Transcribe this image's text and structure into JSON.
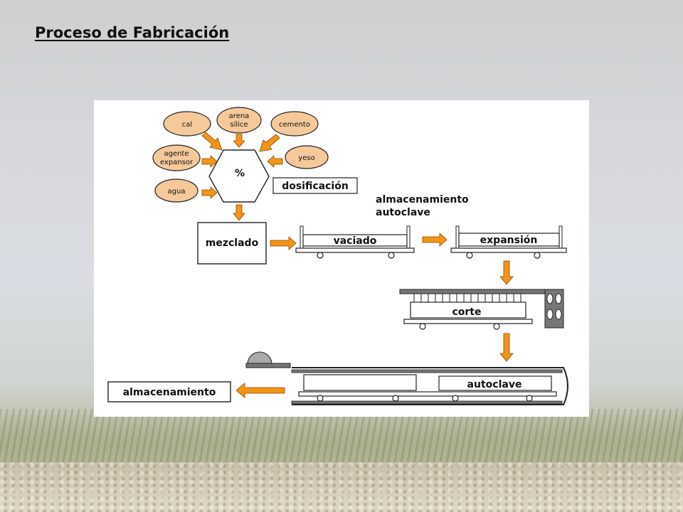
{
  "slide": {
    "title": "Proceso de Fabricación"
  },
  "diagram": {
    "ingredients": [
      {
        "id": "cal",
        "lines": [
          "cal"
        ]
      },
      {
        "id": "arena",
        "lines": [
          "arena",
          "sílice"
        ]
      },
      {
        "id": "cemento",
        "lines": [
          "cemento"
        ]
      },
      {
        "id": "agente",
        "lines": [
          "agente",
          "expansor"
        ]
      },
      {
        "id": "yeso",
        "lines": [
          "yeso"
        ]
      },
      {
        "id": "agua",
        "lines": [
          "agua"
        ]
      }
    ],
    "hexagon_symbol": "%",
    "stages": {
      "dosificacion": "dosificación",
      "mezclado": "mezclado",
      "vaciado": "vaciado",
      "expansion": "expansión",
      "corte": "corte",
      "autoclave": "autoclave",
      "almacenamiento": "almacenamiento"
    },
    "heading_lines": [
      "almacenamiento",
      "autoclave"
    ],
    "colors": {
      "ingredient_fill": "#f5c99a",
      "arrow_fill": "#f39417",
      "hexagon_fill": "#ffffff",
      "outline": "#222222"
    }
  }
}
